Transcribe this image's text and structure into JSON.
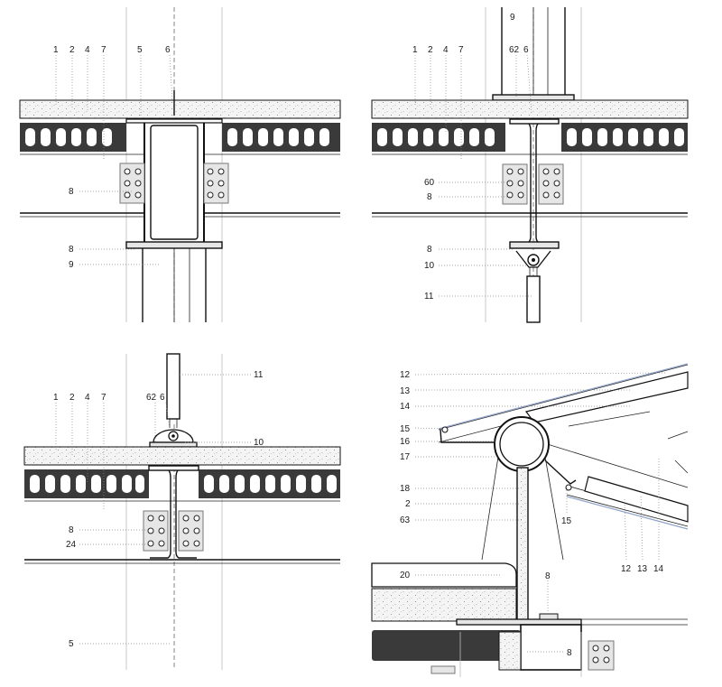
{
  "panels": {
    "tl": {
      "top_labels": [
        "1",
        "2",
        "4",
        "7",
        "5",
        "6"
      ],
      "left_labels": [
        "8",
        "8",
        "9"
      ]
    },
    "tr": {
      "top_labels": [
        "9",
        "1",
        "2",
        "4",
        "7",
        "62",
        "6"
      ],
      "left_labels": [
        "60",
        "8",
        "8",
        "10",
        "11"
      ]
    },
    "bl": {
      "top_labels": [
        "1",
        "2",
        "4",
        "7",
        "62",
        "6"
      ],
      "right_labels": [
        "11",
        "10"
      ],
      "left_labels": [
        "8",
        "24",
        "5"
      ]
    },
    "br": {
      "left_labels": [
        "12",
        "13",
        "14",
        "15",
        "16",
        "17",
        "18",
        "2",
        "63",
        "20"
      ],
      "bottom_labels": [
        "15",
        "12",
        "13",
        "14"
      ],
      "right_labels": [
        "8",
        "8"
      ]
    }
  },
  "colors": {
    "line": "#111111",
    "slab_fill": "#f3f3f3",
    "hollowcore_fill": "#3a3a3a",
    "hollowcore_void": "#ffffff",
    "plate_fill": "#e6e6e6",
    "membrane_blue": "#8fa3c9",
    "grid": "#bdbdbd"
  }
}
